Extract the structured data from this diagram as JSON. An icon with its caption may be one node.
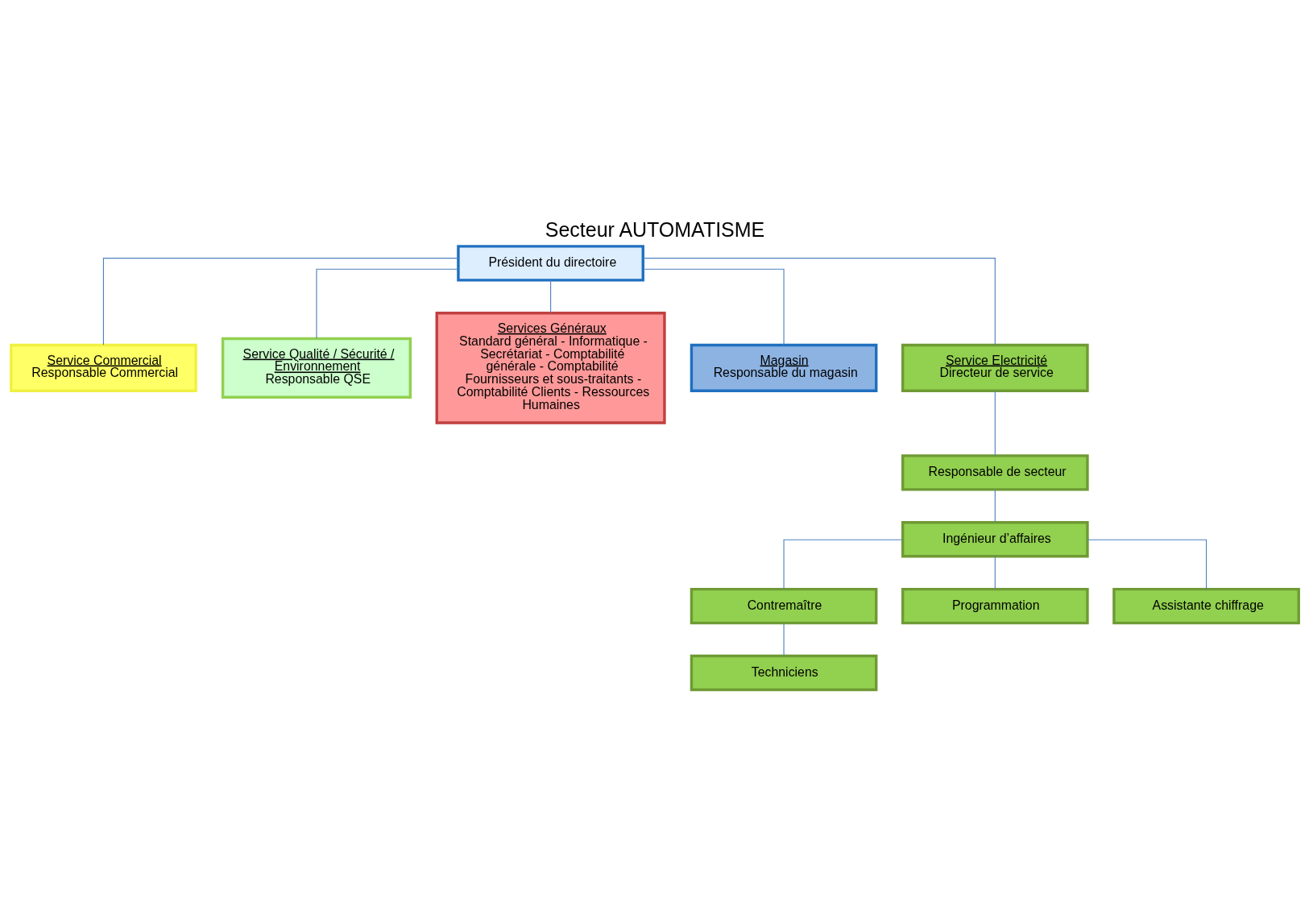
{
  "diagram": {
    "title": "Secteur AUTOMATISME",
    "nodes": [
      {
        "text": [
          "Président du directoire"
        ]
      },
      {
        "text": [
          "Service Commercial",
          "Responsable Commercial"
        ]
      },
      {
        "text": [
          "Service Qualité / Sécurité / Environnement",
          "Responsable QSE"
        ]
      },
      {
        "text": [
          "Services Généraux",
          "Standard général - Informatique - Secrétariat - Comptabilité générale - Comptabilité Fournisseurs et sous-traitants - Comptabilité Clients - Ressources Humaines"
        ]
      },
      {
        "text": [
          "Magasin",
          "Responsable du magasin"
        ]
      },
      {
        "text": [
          "Service Electricité",
          "Directeur de service"
        ]
      },
      {
        "text": [
          "Responsable de secteur"
        ]
      },
      {
        "text": [
          "Ingénieur d’affaires"
        ]
      },
      {
        "text": [
          "Contremaître"
        ]
      },
      {
        "text": [
          "Programmation"
        ]
      },
      {
        "text": [
          "Assistante chiffrage"
        ]
      },
      {
        "text": [
          "Techniciens"
        ]
      }
    ],
    "edges": [
      {
        "from": 0,
        "to": 1,
        "arrow": "none"
      },
      {
        "from": 0,
        "to": 2,
        "arrow": "none"
      },
      {
        "from": 0,
        "to": 3,
        "arrow": "none"
      },
      {
        "from": 0,
        "to": 4,
        "arrow": "none"
      },
      {
        "from": 0,
        "to": 5,
        "arrow": "none"
      },
      {
        "from": 5,
        "to": 6,
        "arrow": "none"
      },
      {
        "from": 6,
        "to": 7,
        "arrow": "none"
      },
      {
        "from": 7,
        "to": 8,
        "arrow": "none"
      },
      {
        "from": 7,
        "to": 9,
        "arrow": "none"
      },
      {
        "from": 7,
        "to": 10,
        "arrow": "none"
      },
      {
        "from": 8,
        "to": 11,
        "arrow": "none"
      }
    ]
  }
}
